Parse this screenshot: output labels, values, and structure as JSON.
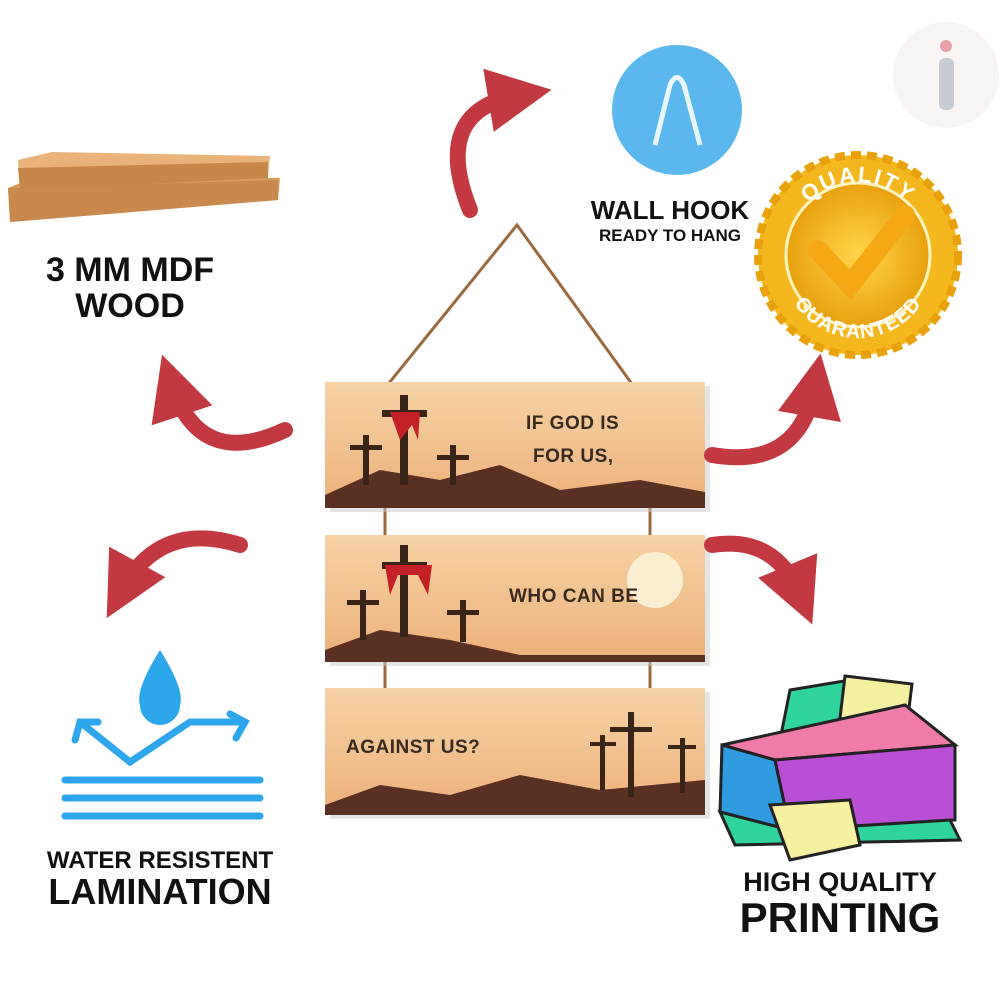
{
  "logo": {
    "letter": "i",
    "colors": {
      "dot": "#e8a0a8",
      "stem": "#c8ccd2",
      "bg": "#f7f4f3"
    }
  },
  "features": {
    "wood": {
      "line1": "3 MM MDF",
      "line2": "WOOD",
      "icon": "wood-planks-icon"
    },
    "hook": {
      "line1": "WALL HOOK",
      "line2": "READY TO HANG",
      "icon": "wall-hook-icon"
    },
    "quality": {
      "top": "QUALITY",
      "bottom": "GUARANTEED",
      "icon": "quality-seal-icon"
    },
    "water": {
      "line1": "WATER RESISTENT",
      "line2": "LAMINATION",
      "icon": "water-drop-icon"
    },
    "printing": {
      "line1": "HIGH QUALITY",
      "line2": "PRINTING",
      "icon": "printer-icon"
    }
  },
  "plaques": [
    {
      "line1": "IF GOD IS",
      "line2": "FOR US,"
    },
    {
      "line1": "WHO CAN BE"
    },
    {
      "line1": "AGAINST US?"
    }
  ],
  "colors": {
    "arrow": "#c23a40",
    "plaque": "#f2c08a",
    "hill": "#5a3022",
    "rope": "#9a6a3e",
    "seal": "#f4b81e",
    "hook": "#5bb8ef",
    "water": "#2ea6ee"
  }
}
